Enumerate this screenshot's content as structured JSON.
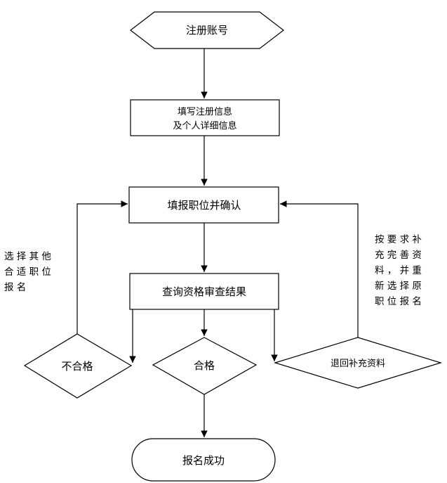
{
  "nodes": {
    "register": "注册账号",
    "fill_info": [
      "填写注册信息",
      "及个人详细信息"
    ],
    "apply": "填报职位并确认",
    "query": "查询资格审查结果",
    "fail": "不合格",
    "pass": "合格",
    "returned": "退回补充资料",
    "success": "报名成功"
  },
  "notes": {
    "left": [
      "选 择 其 他",
      "合 适 职 位",
      "报 名"
    ],
    "right": [
      "按 要 求 补",
      "充 完 善 资",
      "料 ， 并 重",
      "新 选 择 原",
      "职 位 报 名"
    ]
  }
}
